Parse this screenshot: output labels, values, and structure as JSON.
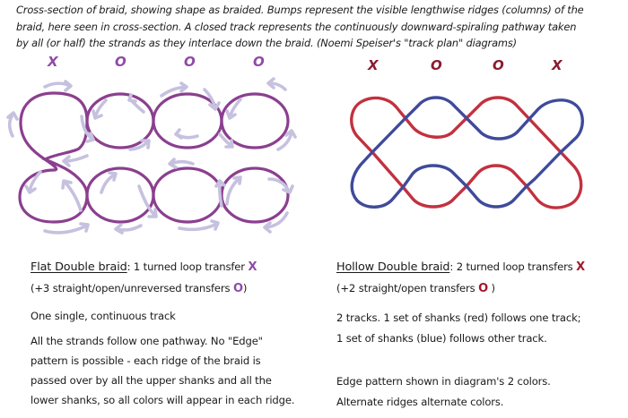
{
  "header": {
    "lines": [
      "Cross-section of braid, showing shape as braided.  Bumps represent the visible lengthwise ridges (columns) of the",
      "braid, here seen in cross-section. A closed track represents the continuously downward-spiraling pathway taken",
      "by all (or half)  the strands as they interlace down the braid.   (Noemi Speiser's \"track plan\" diagrams)"
    ]
  },
  "colors": {
    "flat_track": "#8b3f8f",
    "flat_arrows": "#c6c1df",
    "flat_marks": "#8e4aa8",
    "hollow_red": "#c2313f",
    "hollow_blue": "#3f4a9b",
    "hollow_marks": "#8b1a2e",
    "text": "#1a1a1a"
  },
  "flat_diagram": {
    "column_marks": [
      "X",
      "O",
      "O",
      "O"
    ]
  },
  "hollow_diagram": {
    "column_marks": [
      "X",
      "O",
      "O",
      "X"
    ]
  },
  "flat": {
    "title": "Flat Double braid",
    "title_rest": ": 1 turned loop transfer ",
    "mark_x": "X",
    "sub_pre": "(+3 straight/open/unreversed transfers ",
    "mark_o": "O",
    "sub_post": ")",
    "track_note": "One single, continuous track",
    "desc": [
      "All the strands follow one pathway. No \"Edge\"",
      "pattern is possible - each ridge of the braid is",
      "passed over by all the upper shanks and all the",
      "lower shanks, so all colors will appear in each ridge."
    ]
  },
  "hollow": {
    "title": "Hollow Double braid",
    "title_rest": ": 2 turned loop transfers ",
    "mark_x": "X",
    "sub_pre": "(+2 straight/open transfers ",
    "mark_o": "O",
    "sub_post": " )",
    "tracks": [
      "2 tracks. 1 set of shanks (red) follows one track;",
      "1 set of shanks (blue) follows other track."
    ],
    "edge": [
      "Edge pattern shown in diagram's 2 colors.",
      "Alternate ridges alternate colors."
    ]
  }
}
